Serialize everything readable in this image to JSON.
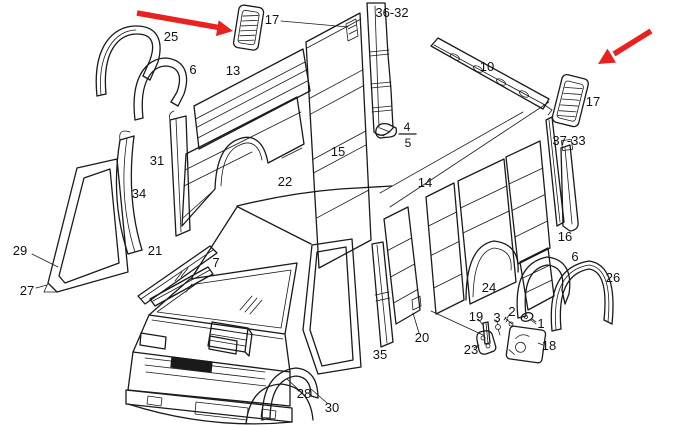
{
  "diagram_title": "Van body exploded parts diagram",
  "colors": {
    "background": "#ffffff",
    "line": "#1a1a1a",
    "label": "#111111",
    "arrow": "#e8231f"
  },
  "labels": {
    "p25": "25",
    "p6_left": "6",
    "p17_top": "17",
    "p13": "13",
    "p36_32": "36-32",
    "p10": "10",
    "p17_right": "17",
    "p37_33": "37-33",
    "p31": "31",
    "p34": "34",
    "p29": "29",
    "p27": "27",
    "p21": "21",
    "p7": "7",
    "p22": "22",
    "p15": "15",
    "p4_num": "4",
    "p5_den": "5",
    "p14": "14",
    "p16": "16",
    "p6_right": "6",
    "p26": "26",
    "p24": "24",
    "p20": "20",
    "p35": "35",
    "p28": "28",
    "p30": "30",
    "p19": "19",
    "p3": "3",
    "p2": "2",
    "p1": "1",
    "p23": "23",
    "p18": "18"
  }
}
